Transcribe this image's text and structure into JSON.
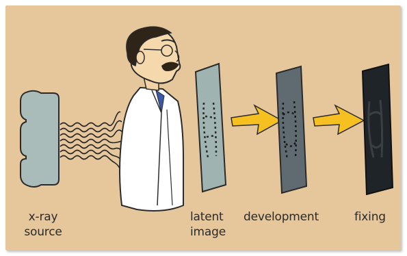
{
  "labels": {
    "source": {
      "line1": "x-ray",
      "line2": "source"
    },
    "latent": {
      "line1": "latent",
      "line2": "image"
    },
    "development": "development",
    "fixing": "fixing"
  },
  "colors": {
    "background": "#e6c79c",
    "plate_latent": "#9fb3b0",
    "plate_development": "#5f6b70",
    "plate_fixing": "#1e2428",
    "arrow": "#f5c020",
    "source": "#a9bcb9"
  },
  "icons": [
    "xray-source-icon",
    "scientist-icon",
    "xray-beam-icon",
    "process-arrow-icon"
  ]
}
